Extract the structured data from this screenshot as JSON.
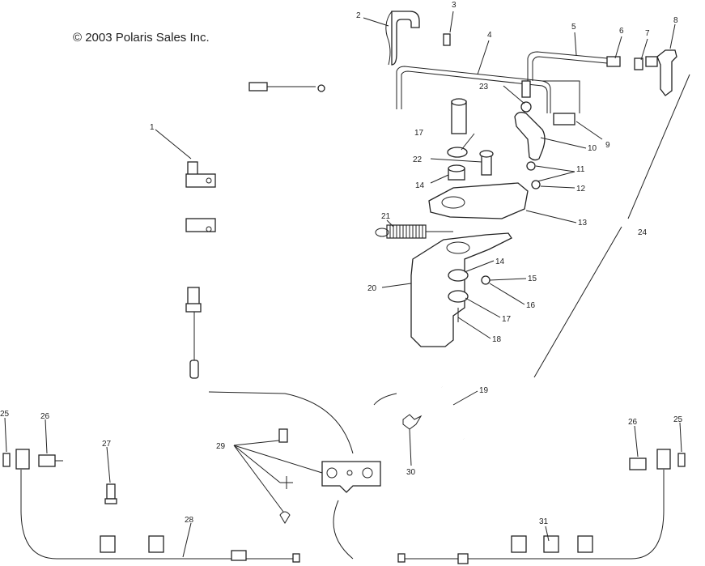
{
  "copyright": "© 2003 Polaris Sales Inc.",
  "callouts": {
    "c1": "1",
    "c2": "2",
    "c3": "3",
    "c4": "4",
    "c5": "5",
    "c6": "6",
    "c7a": "7",
    "c8": "8",
    "c9": "9",
    "c10": "10",
    "c11": "11",
    "c12": "12",
    "c13": "13",
    "c14a": "14",
    "c14b": "14",
    "c15": "15",
    "c16": "16",
    "c17a": "17",
    "c17b": "17",
    "c18": "18",
    "c19": "19",
    "c20": "20",
    "c21": "21",
    "c22": "22",
    "c23": "23",
    "c24": "24",
    "c25a": "25",
    "c25b": "25",
    "c26a": "26",
    "c26b": "26",
    "c27": "27",
    "c28": "28",
    "c29": "29",
    "c30": "30",
    "c31": "31"
  }
}
